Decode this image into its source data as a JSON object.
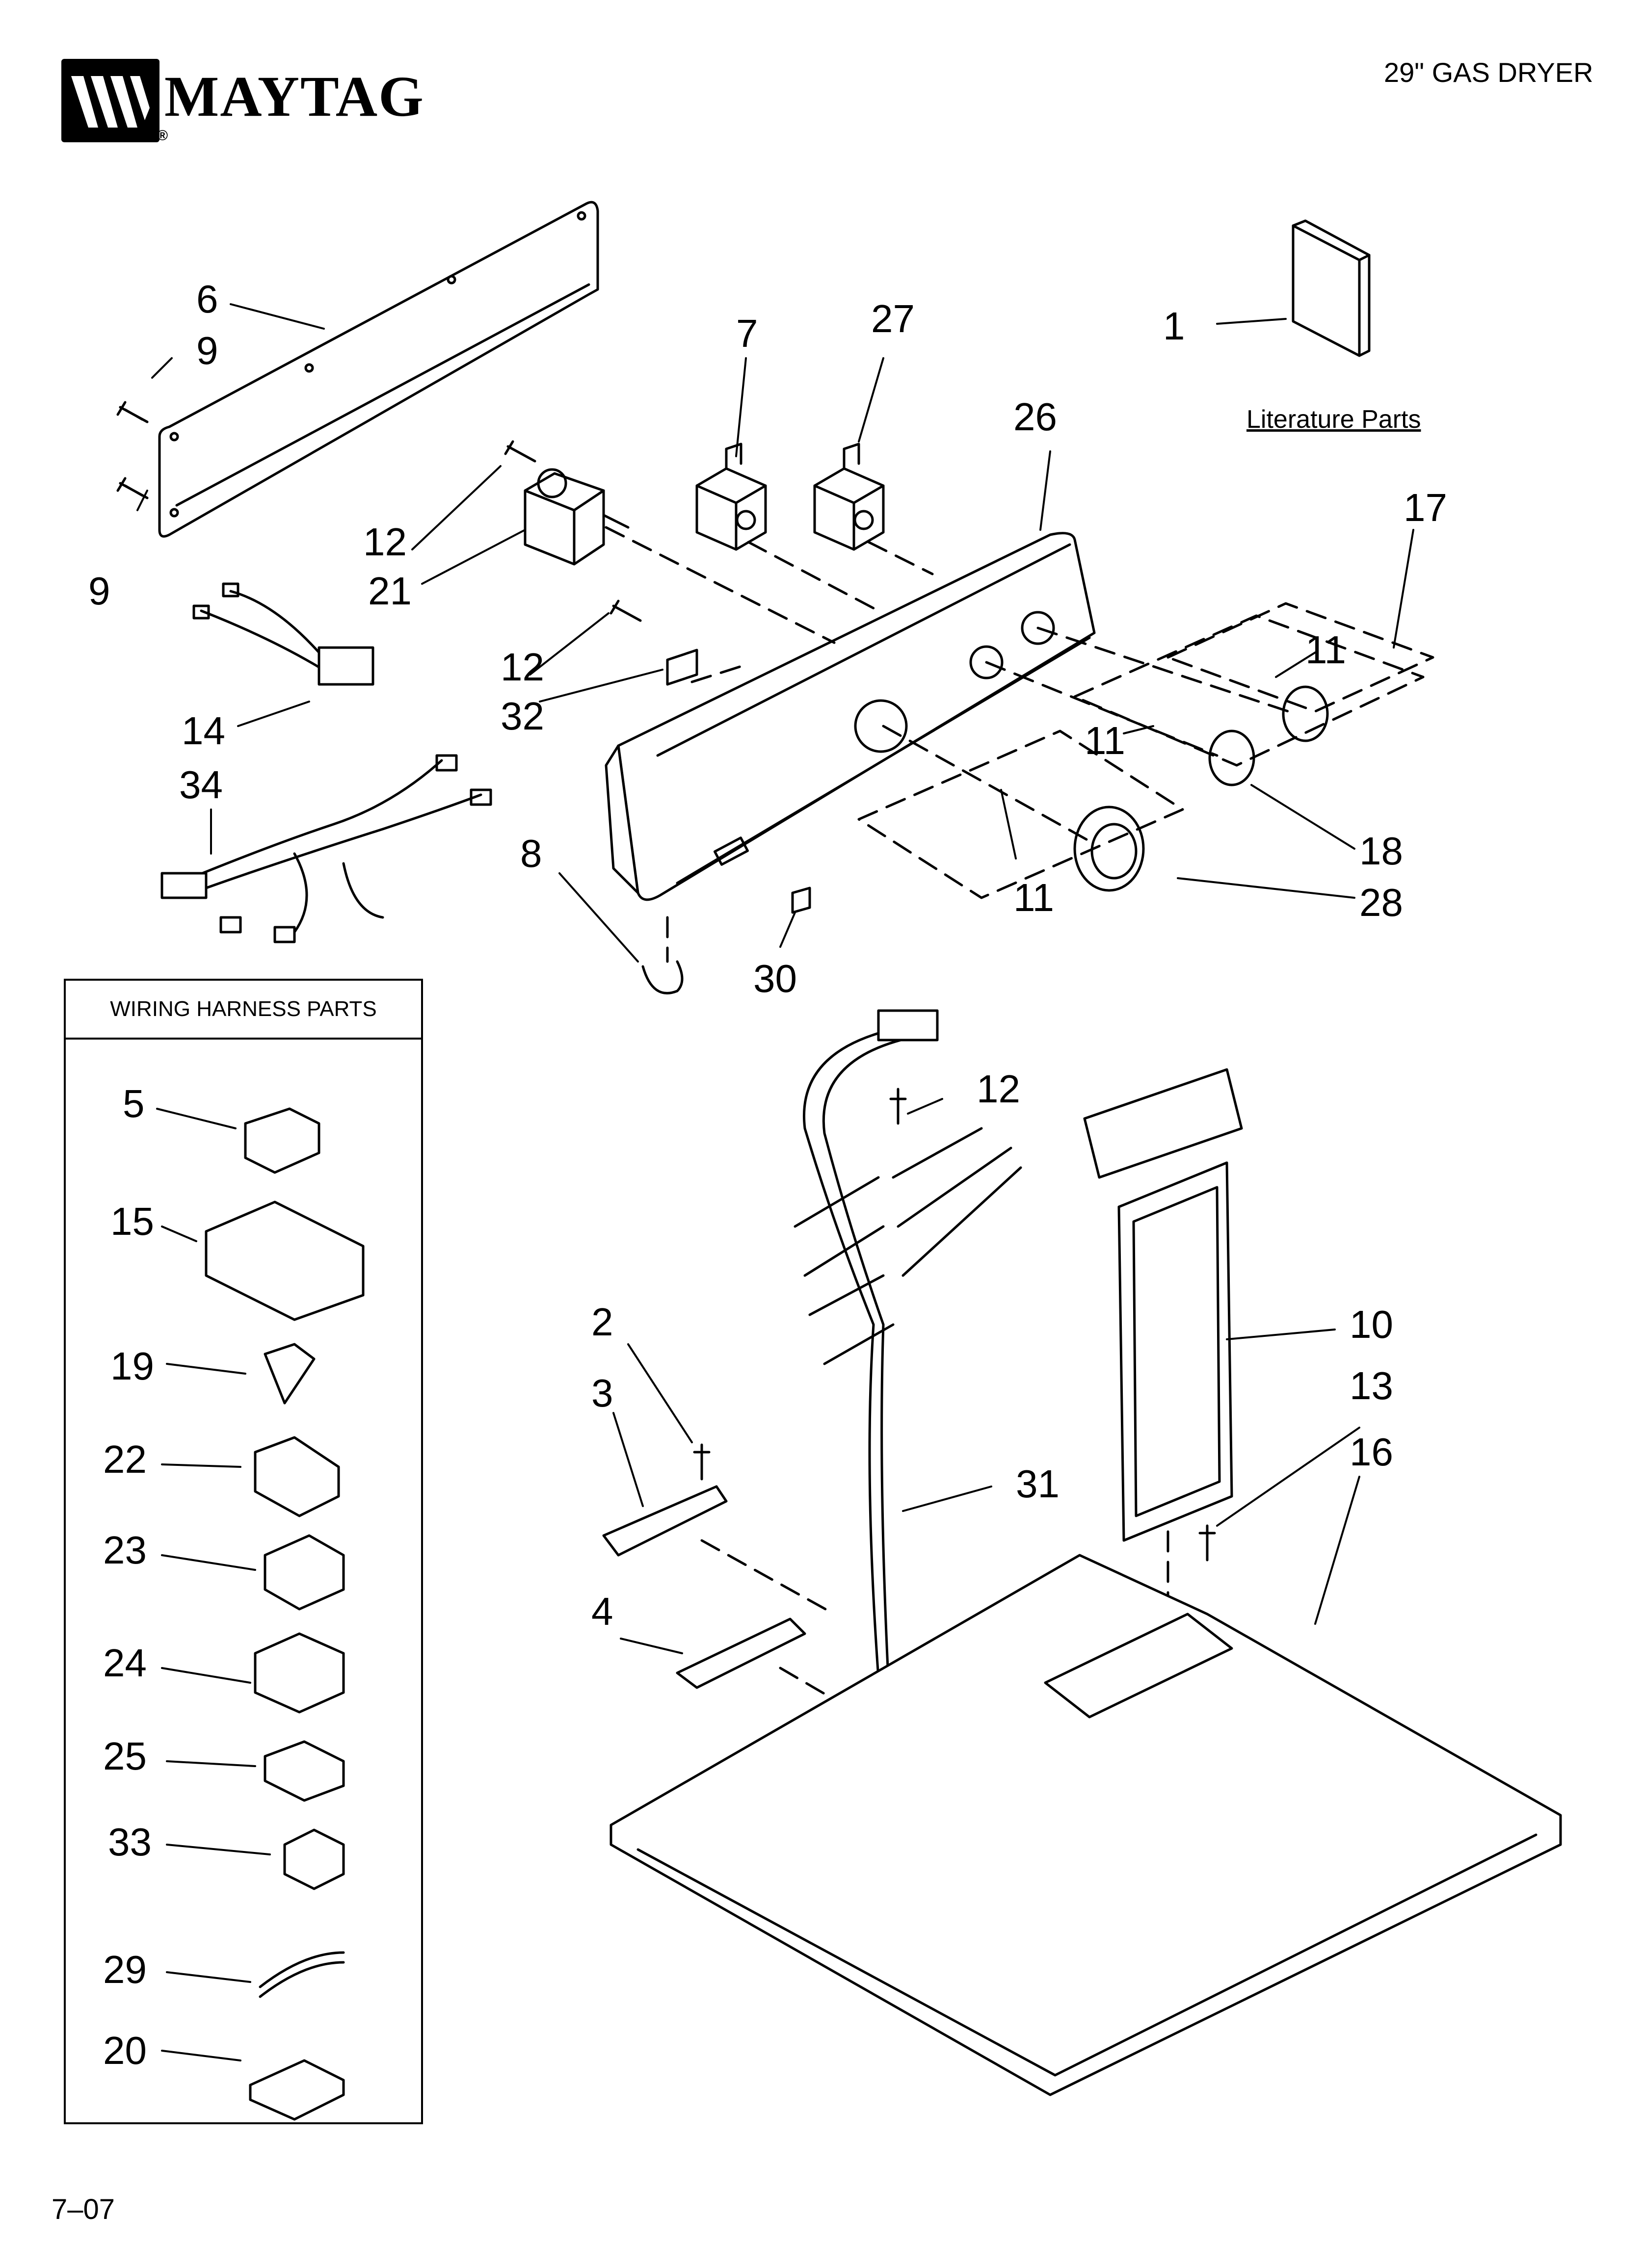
{
  "header": {
    "brand": "MAYTAG",
    "brand_mark": "®",
    "title": "29\" GAS DRYER"
  },
  "footer": {
    "page_code": "7–07"
  },
  "literature": {
    "label": "Literature Parts"
  },
  "harness_panel": {
    "heading": "WIRING HARNESS PARTS"
  },
  "callouts": {
    "c1": "1",
    "c6": "6",
    "c9a": "9",
    "c9b": "9",
    "c7": "7",
    "c27": "27",
    "c26": "26",
    "c17": "17",
    "c12a": "12",
    "c21": "21",
    "c12b": "12",
    "c32": "32",
    "c11a": "11",
    "c11b": "11",
    "c11c": "11",
    "c18": "18",
    "c28": "28",
    "c14": "14",
    "c34": "34",
    "c8": "8",
    "c30": "30",
    "c12c": "12",
    "c10": "10",
    "c13": "13",
    "c16": "16",
    "c2": "2",
    "c3": "3",
    "c4": "4",
    "c31": "31",
    "c5": "5",
    "c15": "15",
    "c19": "19",
    "c22": "22",
    "c23": "23",
    "c24": "24",
    "c25": "25",
    "c33": "33",
    "c29": "29",
    "c20": "20"
  },
  "icons": {
    "logo": "maytag-logo-icon",
    "line_color": "#000000"
  }
}
